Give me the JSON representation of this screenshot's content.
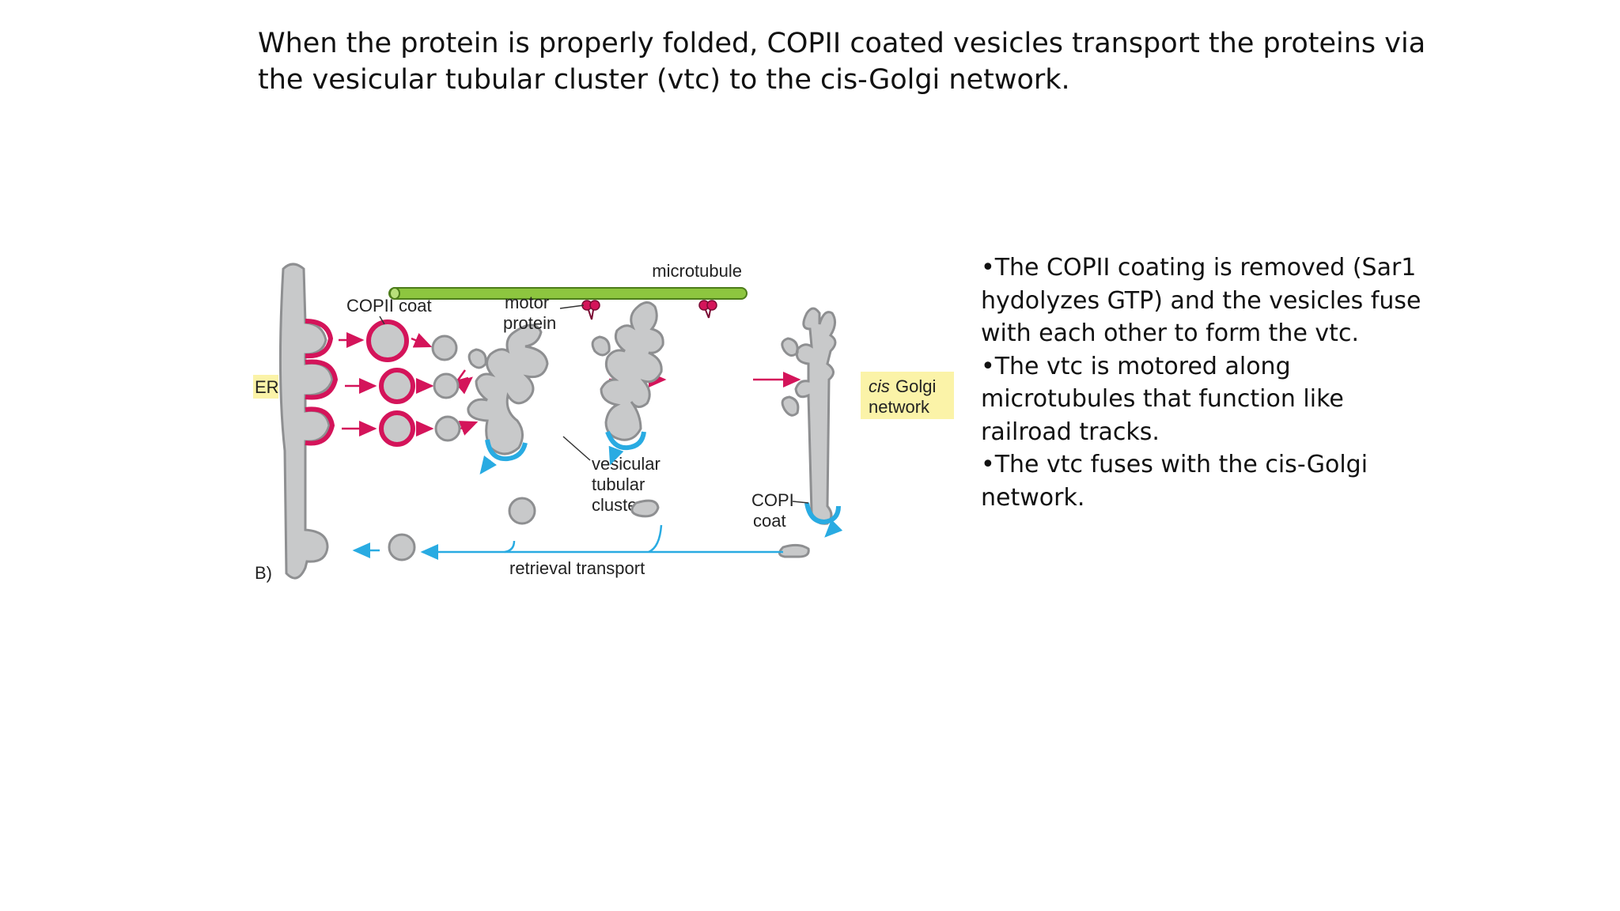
{
  "slide": {
    "title": "When the protein is properly folded, COPII coated vesicles transport the proteins via the vesicular tubular cluster (vtc) to the cis-Golgi network."
  },
  "diagram": {
    "labels": {
      "microtubule": "microtubule",
      "copii_coat": "COPII coat",
      "motor_line1": "motor",
      "motor_line2": "protein",
      "er": "ER",
      "cis": "cis",
      "golgi_line1": "Golgi",
      "golgi_line2": "network",
      "vtc_line1": "vesicular",
      "vtc_line2": "tubular",
      "vtc_line3": "cluster",
      "copi_line1": "COPI",
      "copi_line2": "coat",
      "retrieval": "retrieval transport",
      "panel": "B)"
    },
    "colors": {
      "membrane": "#c8c9ca",
      "membrane_stroke": "#8e8f91",
      "copii": "#d4145a",
      "copi": "#29abe2",
      "microtubule": "#8dc63f",
      "label_bg": "#fbf3a8"
    }
  },
  "bullets": [
    "•The COPII coating is removed (Sar1 hydolyzes GTP) and the vesicles fuse with each other to form the vtc.",
    "•The vtc is motored along microtubules that function like railroad tracks.",
    "•The vtc fuses with the cis-Golgi network."
  ]
}
